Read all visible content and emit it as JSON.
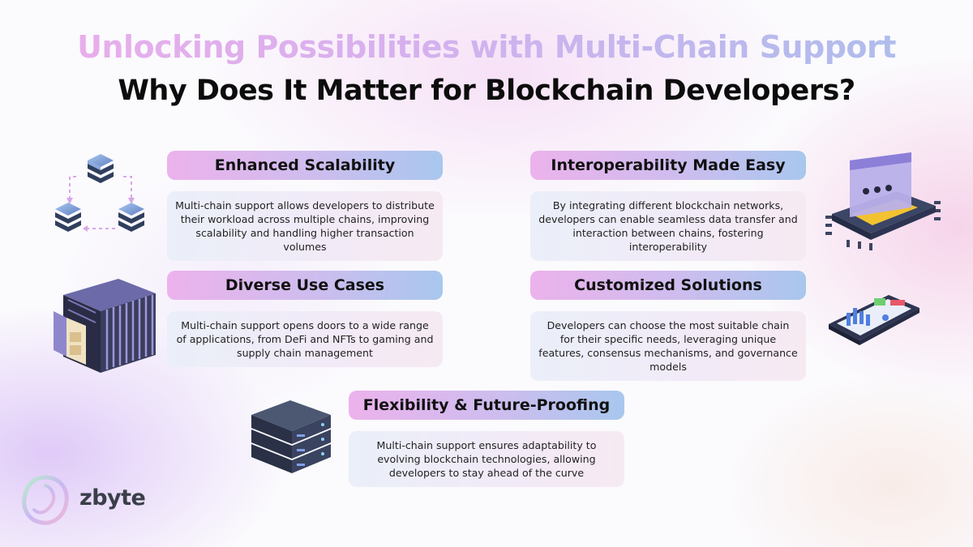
{
  "header": {
    "title": "Unlocking Possibilities with Multi-Chain Support",
    "subtitle": "Why Does It Matter for Blockchain Developers?"
  },
  "cards": [
    {
      "title": "Enhanced Scalability",
      "text": "Multi-chain support allows developers to distribute their workload across multiple chains, improving scalability and handling higher transaction volumes",
      "icon": "stacked-blocks-network-icon"
    },
    {
      "title": "Interoperability Made Easy",
      "text": "By integrating different blockchain networks, developers can enable seamless data transfer and interaction between chains, fostering interoperability",
      "icon": "chip-with-window-icon"
    },
    {
      "title": "Diverse Use Cases",
      "text": "Multi-chain support opens doors to a wide range of applications, from DeFi and NFTs to gaming and supply chain management",
      "icon": "shipping-container-icon"
    },
    {
      "title": "Customized Solutions",
      "text": "Developers can choose the most suitable chain for their specific needs, leveraging unique features, consensus mechanisms, and governance models",
      "icon": "phone-dashboard-icon"
    },
    {
      "title": "Flexibility & Future-Proofing",
      "text": "Multi-chain support ensures adaptability to evolving blockchain technologies, allowing developers to stay ahead of the curve",
      "icon": "server-stack-icon"
    }
  ],
  "brand": {
    "name": "zbyte"
  },
  "colors": {
    "title_gradient": [
      "#ecaeea",
      "#d7b0ee",
      "#a9bfec"
    ],
    "card_head_gradient": [
      "#ecb2ec",
      "#cdbdee",
      "#a8c7ee"
    ],
    "card_body": "#eff0f8",
    "text": "#111111"
  }
}
